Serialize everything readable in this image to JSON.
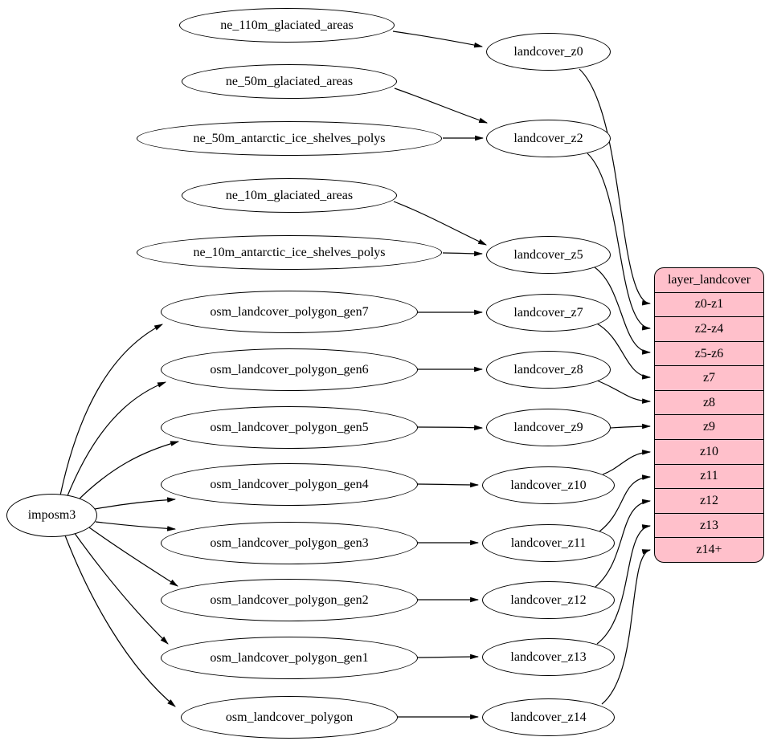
{
  "diagram": {
    "kind": "dependency-graph",
    "direction": "left-to-right",
    "colors": {
      "table_fill": "#ffc0cb",
      "node_fill": "#ffffff",
      "stroke": "#000000",
      "background": "#ffffff"
    }
  },
  "nodes": {
    "imposm3": {
      "label": "imposm3"
    },
    "ne_110m_glaciated_areas": {
      "label": "ne_110m_glaciated_areas"
    },
    "ne_50m_glaciated_areas": {
      "label": "ne_50m_glaciated_areas"
    },
    "ne_50m_antarctic_ice_shelves_polys": {
      "label": "ne_50m_antarctic_ice_shelves_polys"
    },
    "ne_10m_glaciated_areas": {
      "label": "ne_10m_glaciated_areas"
    },
    "ne_10m_antarctic_ice_shelves_polys": {
      "label": "ne_10m_antarctic_ice_shelves_polys"
    },
    "osm_landcover_polygon_gen7": {
      "label": "osm_landcover_polygon_gen7"
    },
    "osm_landcover_polygon_gen6": {
      "label": "osm_landcover_polygon_gen6"
    },
    "osm_landcover_polygon_gen5": {
      "label": "osm_landcover_polygon_gen5"
    },
    "osm_landcover_polygon_gen4": {
      "label": "osm_landcover_polygon_gen4"
    },
    "osm_landcover_polygon_gen3": {
      "label": "osm_landcover_polygon_gen3"
    },
    "osm_landcover_polygon_gen2": {
      "label": "osm_landcover_polygon_gen2"
    },
    "osm_landcover_polygon_gen1": {
      "label": "osm_landcover_polygon_gen1"
    },
    "osm_landcover_polygon": {
      "label": "osm_landcover_polygon"
    },
    "landcover_z0": {
      "label": "landcover_z0"
    },
    "landcover_z2": {
      "label": "landcover_z2"
    },
    "landcover_z5": {
      "label": "landcover_z5"
    },
    "landcover_z7": {
      "label": "landcover_z7"
    },
    "landcover_z8": {
      "label": "landcover_z8"
    },
    "landcover_z9": {
      "label": "landcover_z9"
    },
    "landcover_z10": {
      "label": "landcover_z10"
    },
    "landcover_z11": {
      "label": "landcover_z11"
    },
    "landcover_z12": {
      "label": "landcover_z12"
    },
    "landcover_z13": {
      "label": "landcover_z13"
    },
    "landcover_z14": {
      "label": "landcover_z14"
    }
  },
  "table": {
    "title": "layer_landcover",
    "rows": [
      "z0-z1",
      "z2-z4",
      "z5-z6",
      "z7",
      "z8",
      "z9",
      "z10",
      "z11",
      "z12",
      "z13",
      "z14+"
    ]
  },
  "edges": [
    {
      "from": "ne_110m_glaciated_areas",
      "to": "landcover_z0"
    },
    {
      "from": "ne_50m_glaciated_areas",
      "to": "landcover_z2"
    },
    {
      "from": "ne_50m_antarctic_ice_shelves_polys",
      "to": "landcover_z2"
    },
    {
      "from": "ne_10m_glaciated_areas",
      "to": "landcover_z5"
    },
    {
      "from": "ne_10m_antarctic_ice_shelves_polys",
      "to": "landcover_z5"
    },
    {
      "from": "imposm3",
      "to": "osm_landcover_polygon_gen7"
    },
    {
      "from": "imposm3",
      "to": "osm_landcover_polygon_gen6"
    },
    {
      "from": "imposm3",
      "to": "osm_landcover_polygon_gen5"
    },
    {
      "from": "imposm3",
      "to": "osm_landcover_polygon_gen4"
    },
    {
      "from": "imposm3",
      "to": "osm_landcover_polygon_gen3"
    },
    {
      "from": "imposm3",
      "to": "osm_landcover_polygon_gen2"
    },
    {
      "from": "imposm3",
      "to": "osm_landcover_polygon_gen1"
    },
    {
      "from": "imposm3",
      "to": "osm_landcover_polygon"
    },
    {
      "from": "osm_landcover_polygon_gen7",
      "to": "landcover_z7"
    },
    {
      "from": "osm_landcover_polygon_gen6",
      "to": "landcover_z8"
    },
    {
      "from": "osm_landcover_polygon_gen5",
      "to": "landcover_z9"
    },
    {
      "from": "osm_landcover_polygon_gen4",
      "to": "landcover_z10"
    },
    {
      "from": "osm_landcover_polygon_gen3",
      "to": "landcover_z11"
    },
    {
      "from": "osm_landcover_polygon_gen2",
      "to": "landcover_z12"
    },
    {
      "from": "osm_landcover_polygon_gen1",
      "to": "landcover_z13"
    },
    {
      "from": "osm_landcover_polygon",
      "to": "landcover_z14"
    },
    {
      "from": "landcover_z0",
      "to": "layer_landcover.z0-z1"
    },
    {
      "from": "landcover_z2",
      "to": "layer_landcover.z2-z4"
    },
    {
      "from": "landcover_z5",
      "to": "layer_landcover.z5-z6"
    },
    {
      "from": "landcover_z7",
      "to": "layer_landcover.z7"
    },
    {
      "from": "landcover_z8",
      "to": "layer_landcover.z8"
    },
    {
      "from": "landcover_z9",
      "to": "layer_landcover.z9"
    },
    {
      "from": "landcover_z10",
      "to": "layer_landcover.z10"
    },
    {
      "from": "landcover_z11",
      "to": "layer_landcover.z11"
    },
    {
      "from": "landcover_z12",
      "to": "layer_landcover.z12"
    },
    {
      "from": "landcover_z13",
      "to": "layer_landcover.z13"
    },
    {
      "from": "landcover_z14",
      "to": "layer_landcover.z14+"
    }
  ]
}
